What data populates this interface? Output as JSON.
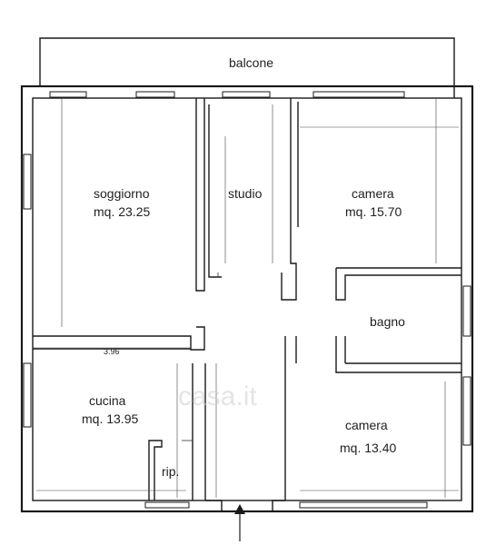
{
  "plan": {
    "balcony_label": "balcone",
    "rooms": [
      {
        "id": "soggiorno",
        "name": "soggiorno",
        "area": "mq. 23.25"
      },
      {
        "id": "studio",
        "name": "studio",
        "area": ""
      },
      {
        "id": "camera-top",
        "name": "camera",
        "area": "mq. 15.70"
      },
      {
        "id": "bagno",
        "name": "bagno",
        "area": ""
      },
      {
        "id": "cucina",
        "name": "cucina",
        "area": "mq. 13.95"
      },
      {
        "id": "rip",
        "name": "rip.",
        "area": ""
      },
      {
        "id": "camera-bottom",
        "name": "camera",
        "area": "mq. 13.40"
      }
    ],
    "dimension_label": "3.96",
    "watermark": "casa.it",
    "entrance": "entrance-arrow"
  }
}
